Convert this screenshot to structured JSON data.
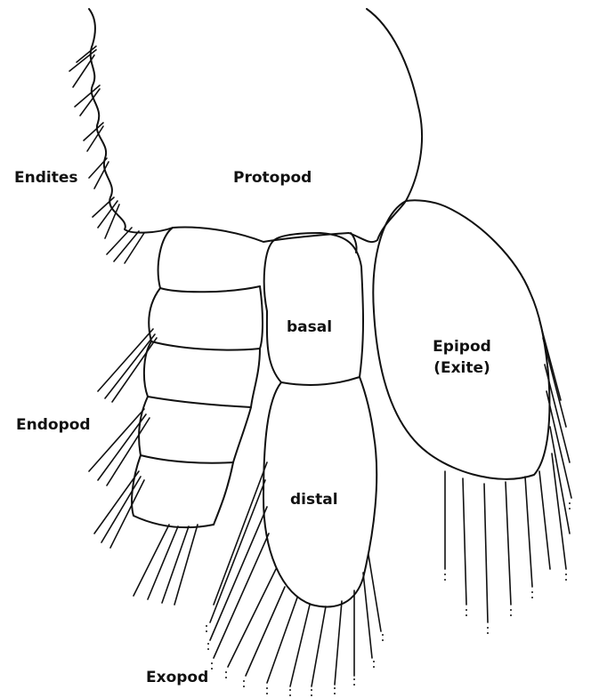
{
  "labels": {
    "endites": "Endites",
    "protopod": "Protopod",
    "basal": "basal",
    "epipod": "Epipod",
    "exite": "(Exite)",
    "endopod": "Endopod",
    "distal": "distal",
    "exopod": "Exopod"
  },
  "colors": {
    "ink": "#111111",
    "paper": "#ffffff"
  }
}
